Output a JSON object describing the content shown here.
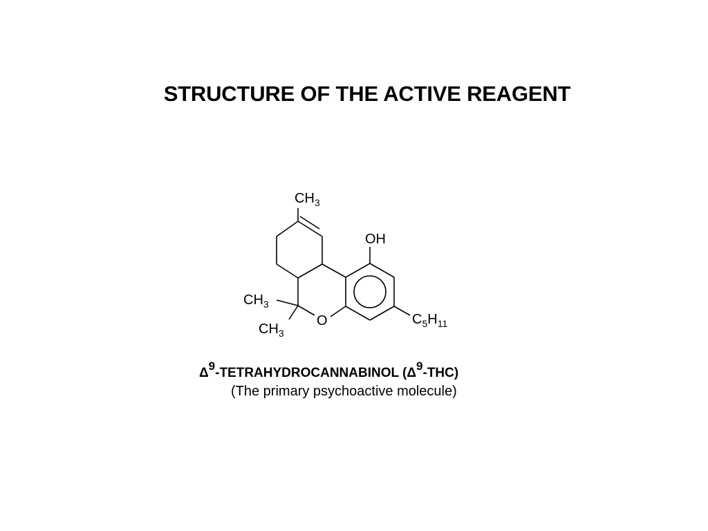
{
  "slide": {
    "title": "STRUCTURE OF THE ACTIVE REAGENT"
  },
  "molecule": {
    "labels": {
      "top_methyl": "CH",
      "top_methyl_sub": "3",
      "hydroxyl": "OH",
      "gem_methyl_1": "CH",
      "gem_methyl_1_sub": "3",
      "gem_methyl_2": "CH",
      "gem_methyl_2_sub": "3",
      "ring_oxygen": "O",
      "pentyl_c": "C",
      "pentyl_c_sub": "5",
      "pentyl_h": "H",
      "pentyl_h_sub": "11"
    },
    "name_delta_1": "Δ",
    "name_sup_1": "9",
    "name_main": "-TETRAHYDROCANNABINOL (",
    "name_delta_2": "Δ",
    "name_sup_2": "9",
    "name_tail": "-THC)",
    "description": "(The primary psychoactive molecule)"
  }
}
